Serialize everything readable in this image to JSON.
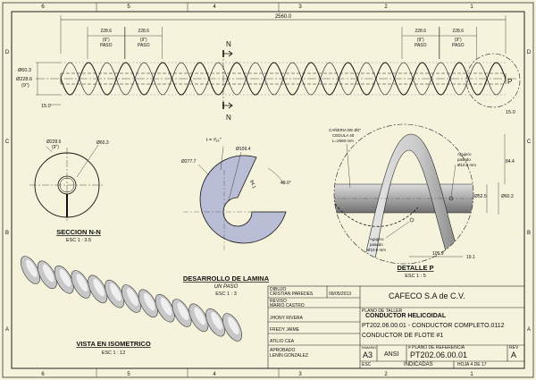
{
  "colors": {
    "paper": "#f6f3dc",
    "line": "#1a1a1a",
    "shade": "#b9bed6",
    "dim": "#222222"
  },
  "border": {
    "top_numbers": [
      "6",
      "5",
      "4",
      "3",
      "2",
      "1"
    ],
    "side_letters": [
      "D",
      "C",
      "B",
      "A"
    ]
  },
  "main_view": {
    "overall_length": "2560.0",
    "pitch_dims": [
      {
        "value": "228.6",
        "paren": "(9\")",
        "label": "PASO"
      },
      {
        "value": "228.6",
        "paren": "(9\")",
        "label": "PASO"
      },
      {
        "value": "228.6",
        "paren": "(9\")",
        "label": "PASO"
      },
      {
        "value": "228.6",
        "paren": "(9\")",
        "label": "PASO"
      }
    ],
    "left_diam_small": "Ø60.3",
    "left_diam_large": "Ø228.6",
    "left_diam_large_paren": "(9\")",
    "left_end_len": "15.0",
    "right_end_len": "15.0",
    "section_label": "N",
    "detail_label": "P"
  },
  "section_nn": {
    "diam_large": "Ø228.6",
    "diam_large_paren": "(9\")",
    "diam_small": "Ø60.3",
    "title": "SECCION N-N",
    "scale": "ESC 1 : 3.5"
  },
  "desarrollo": {
    "thickness": "t = ³⁄₁₆\"",
    "diam_outer": "Ø277.7",
    "diam_inner": "Ø109.4",
    "width": "84.1",
    "angle": "49.0°",
    "title": "DESARROLLO DE LAMINA",
    "subtitle": "UN PASO",
    "scale": "ESC 1 : 3"
  },
  "detalle": {
    "pipe_note": [
      "CAÑERIA DE Ø2\"",
      "CEDULA 40",
      "L=2560 mm"
    ],
    "hole_top": [
      "Agujero",
      "pasado",
      "Ø10.0 mm"
    ],
    "hole_bottom": [
      "Agujero",
      "pasado",
      "Ø10.0 mm"
    ],
    "dim_right_top": "84.4",
    "dim_diam_a": "Ø52.5",
    "dim_diam_b": "Ø60.3",
    "dim_bottom": "105.9",
    "dim_bottom_right": "19.1",
    "title": "DETALLE  P",
    "scale": "ESC 1 : 5"
  },
  "isometric": {
    "title": "VISTA EN ISOMETRICO",
    "scale": "ESC 1 : 12"
  },
  "title_block": {
    "dibujo_label": "DIBUJO",
    "dibujo_name": "CRISTIAN PAREDES",
    "dibujo_date": "09/05/2013",
    "company": "CAFECO S.A de C.V.",
    "reviso_label": "REVISO",
    "reviso_name": "MARIO CASTRO",
    "plano_label": "PLANO DE TALLER",
    "title": "CONDUCTOR HELICOIDAL",
    "person3": "JHONY RIVERA",
    "desc1": "PT202.06.00.01 - CONDUCTOR COMPLETO.0112",
    "person4": "FREDY JAIME",
    "desc2": "CONDUCTOR DE FLOTE #1",
    "person5": "ATILIO CEA",
    "tamano_label": "TAMAÑO",
    "tamano": "A3",
    "norma": "ANSI",
    "ref_label": "# PLANO DE REFERENCIA",
    "ref": "PT202.06.00.01",
    "rev_label": "REV",
    "rev": "A",
    "aprobado_label": "APROBADO",
    "aprobado_name": "LENÍN GONZALEZ",
    "esc_label": "ESC",
    "esc": "INDICADAS",
    "hoja": "HOJA 4  DE 17"
  }
}
